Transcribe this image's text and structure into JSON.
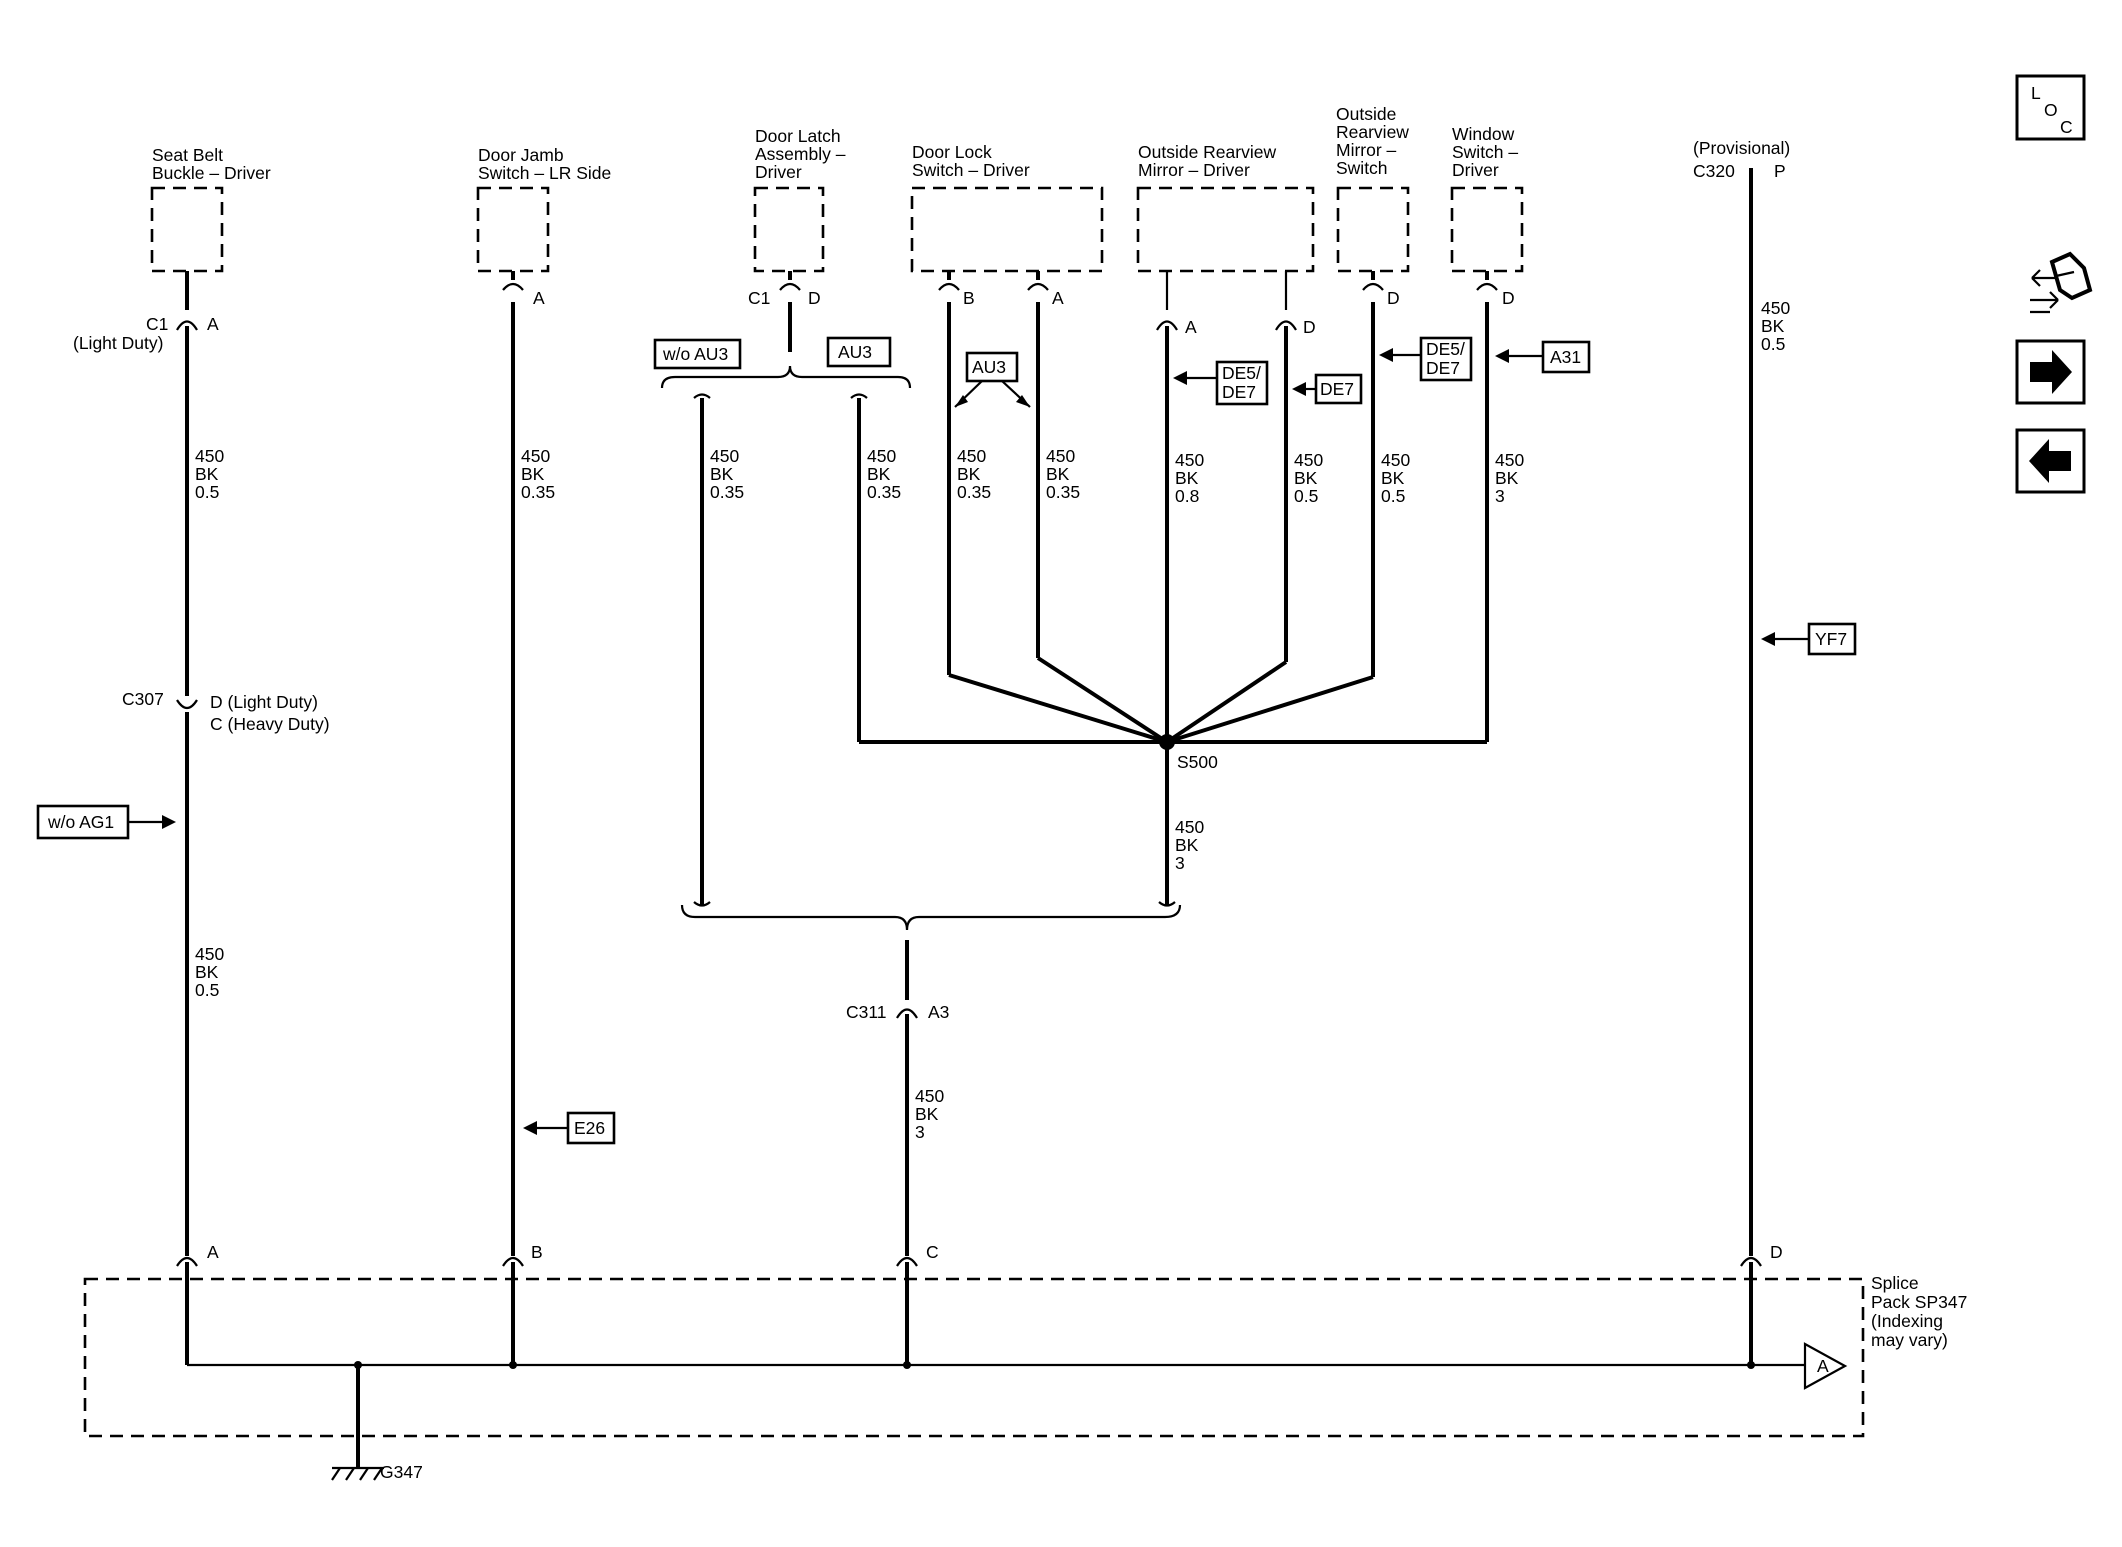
{
  "components": {
    "seat_belt": [
      "Seat Belt",
      "Buckle – Driver"
    ],
    "door_jamb": [
      "Door Jamb",
      "Switch – LR Side"
    ],
    "door_latch": [
      "Door Latch",
      "Assembly –",
      "Driver"
    ],
    "door_lock": [
      "Door Lock",
      "Switch – Driver"
    ],
    "outside_mirror": [
      "Outside Rearview",
      "Mirror – Driver"
    ],
    "mirror_switch": [
      "Outside",
      "Rearview",
      "Mirror –",
      "Switch"
    ],
    "window_switch": [
      "Window",
      "Switch –",
      "Driver"
    ],
    "provisional": [
      "(Provisional)",
      "C320"
    ],
    "splice_pack": [
      "Splice",
      "Pack SP347",
      "(Indexing",
      "may vary)"
    ]
  },
  "pins": {
    "c1_a": "A",
    "c1_name": "C1",
    "light_duty": "(Light Duty)",
    "jamb_a": "A",
    "latch_c1": "C1",
    "latch_d": "D",
    "lock_b": "B",
    "lock_a": "A",
    "mirror_a": "A",
    "mirror_d": "D",
    "mswitch_d": "D",
    "window_d": "D",
    "c320_p": "P",
    "c307": "C307",
    "c307_d": "D (Light Duty)",
    "c307_c": "C (Heavy Duty)",
    "c311": "C311",
    "c311_a3": "A3",
    "sp_a": "A",
    "sp_b": "B",
    "sp_c": "C",
    "sp_d": "D"
  },
  "wires": [
    [
      "450",
      "BK",
      "0.5"
    ],
    [
      "450",
      "BK",
      "0.35"
    ],
    [
      "450",
      "BK",
      "0.35"
    ],
    [
      "450",
      "BK",
      "0.35"
    ],
    [
      "450",
      "BK",
      "0.35"
    ],
    [
      "450",
      "BK",
      "0.35"
    ],
    [
      "450",
      "BK",
      "0.8"
    ],
    [
      "450",
      "BK",
      "0.5"
    ],
    [
      "450",
      "BK",
      "0.5"
    ],
    [
      "450",
      "BK",
      "3"
    ],
    [
      "450",
      "BK",
      "0.5"
    ],
    [
      "450",
      "BK",
      "3"
    ],
    [
      "450",
      "BK",
      "0.5"
    ],
    [
      "450",
      "BK",
      "3"
    ]
  ],
  "options": {
    "wo_au3": "w/o AU3",
    "au3_a": "AU3",
    "au3_b": "AU3",
    "de5_de7_a": [
      "DE5/",
      "DE7"
    ],
    "de7": "DE7",
    "de5_de7_b": [
      "DE5/",
      "DE7"
    ],
    "a31": "A31",
    "wo_ag1": "w/o AG1",
    "e26": "E26",
    "yf7": "YF7"
  },
  "splices": {
    "s500": "S500",
    "ground": "G347",
    "offpage": "A"
  },
  "nav": {
    "loc_letters": [
      "L",
      "O",
      "C"
    ],
    "icons": [
      "loc-icon",
      "connector-icon",
      "next-arrow-icon",
      "prev-arrow-icon"
    ]
  }
}
